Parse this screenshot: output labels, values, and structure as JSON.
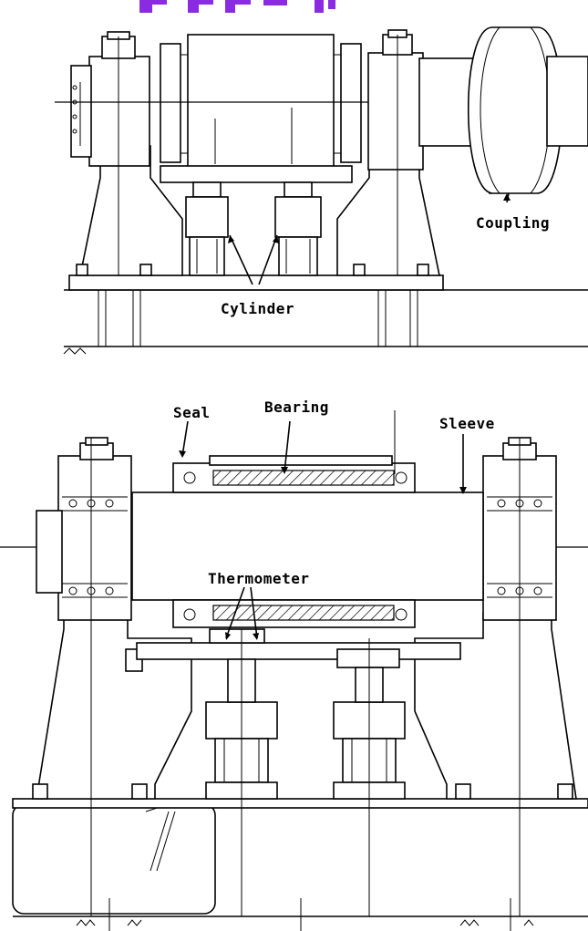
{
  "header": {
    "fragment_color": "#8a2be2"
  },
  "top_view": {
    "labels": {
      "coupling": "Coupling",
      "cylinder": "Cylinder"
    }
  },
  "bottom_view": {
    "labels": {
      "seal": "Seal",
      "bearing": "Bearing",
      "sleeve": "Sleeve",
      "thermometer": "Thermometer"
    }
  }
}
